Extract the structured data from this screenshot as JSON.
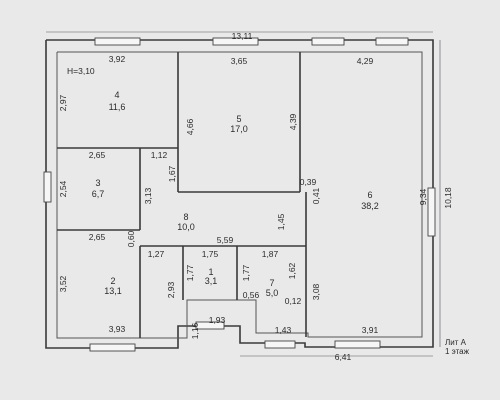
{
  "plan": {
    "rooms": [
      {
        "num": "4",
        "area": "11,6"
      },
      {
        "num": "5",
        "area": "17,0"
      },
      {
        "num": "3",
        "area": "6,7"
      },
      {
        "num": "8",
        "area": "10,0"
      },
      {
        "num": "6",
        "area": "38,2"
      },
      {
        "num": "2",
        "area": "13,1"
      },
      {
        "num": "1",
        "area": "3,1"
      },
      {
        "num": "7",
        "area": "5,0"
      }
    ],
    "height_note": "H=3,10",
    "dims": {
      "top_total": "13,11",
      "r4_top": "3,92",
      "r5_top": "3,65",
      "r6_top": "4,29",
      "r4_left": "2,97",
      "r5_left": "4,66",
      "r5_right": "4,39",
      "r3_top": "2,65",
      "d_112": "1,12",
      "d_167": "1,67",
      "r3_left": "2,54",
      "d_313": "3,13",
      "d_039": "0,39",
      "d_041": "0,41",
      "r6_inner_h": "9,34",
      "r6_outer_h": "10,18",
      "d_145": "1,45",
      "r2_top": "2,65",
      "d_060": "0,60",
      "d_559": "5,59",
      "d_127": "1,27",
      "d_175": "1,75",
      "d_187": "1,87",
      "r2_left": "3,52",
      "d_293": "2,93",
      "d_177a": "1,77",
      "d_177b": "1,77",
      "d_162": "1,62",
      "d_308": "3,08",
      "d_056": "0,56",
      "d_012": "0,12",
      "r2_bottom": "3,93",
      "d_193": "1,93",
      "d_143": "1,43",
      "r6_bottom": "3,91",
      "d_116": "1,16",
      "bottom_total": "6,41"
    },
    "stamp": {
      "line1": "Лит А",
      "line2": "1 этаж"
    }
  }
}
